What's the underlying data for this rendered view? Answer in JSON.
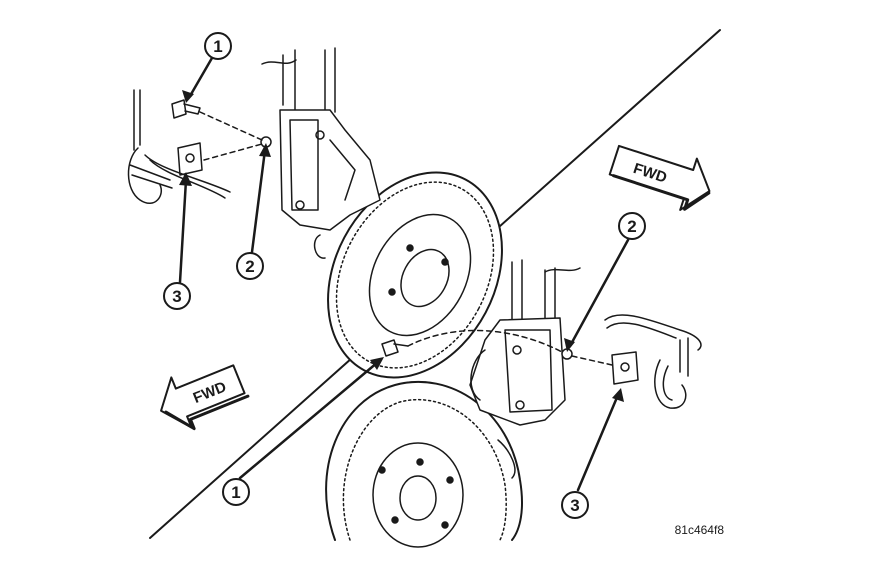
{
  "callouts": {
    "top_left": {
      "bolt": "1",
      "nut": "2",
      "sensor": "3"
    },
    "bottom_right": {
      "bolt": "1",
      "nut": "2",
      "sensor": "3"
    }
  },
  "direction": {
    "top_right": "FWD",
    "bottom_left": "FWD"
  },
  "figure_code": "81c464f8",
  "colors": {
    "line": "#1a1a1a",
    "background": "#ffffff"
  }
}
